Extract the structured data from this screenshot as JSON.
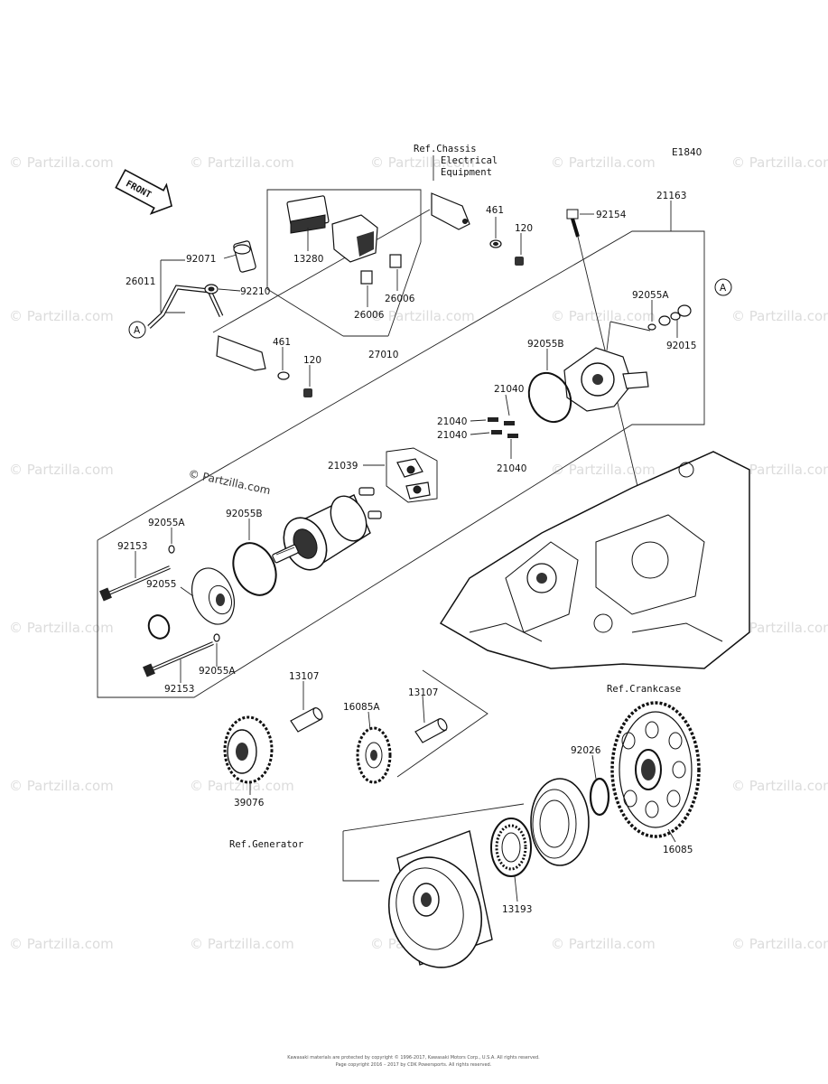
{
  "diagram_code": "E1840",
  "references": {
    "chassis_line1": "Ref.Chassis",
    "chassis_line2": "Electrical",
    "chassis_line3": "Equipment",
    "crankcase": "Ref.Crankcase",
    "generator": "Ref.Generator"
  },
  "front_arrow_label": "FRONT",
  "callout_a": "A",
  "watermark_text": "© Partzilla.com",
  "watermark_main": "© Partzilla.com",
  "parts": {
    "p92071": "92071",
    "p26011": "26011",
    "p92210": "92210",
    "p13280": "13280",
    "p26006a": "26006",
    "p26006b": "26006",
    "p27010": "27010",
    "p461a": "461",
    "p120a": "120",
    "p461b": "461",
    "p120b": "120",
    "p92154": "92154",
    "p21163": "21163",
    "p92055A_r": "92055A",
    "p92015": "92015",
    "p92055B_r": "92055B",
    "p21040_1": "21040",
    "p21040_2": "21040",
    "p21040_3": "21040",
    "p21040_4": "21040",
    "p21039": "21039",
    "p92055A_a": "92055A",
    "p92055B_l": "92055B",
    "p92153_a": "92153",
    "p92055": "92055",
    "p92055A_b": "92055A",
    "p92153_b": "92153",
    "p13107_a": "13107",
    "p16085A": "16085A",
    "p13107_b": "13107",
    "p39076": "39076",
    "p92026": "92026",
    "p16085": "16085",
    "p13193": "13193"
  },
  "copyright_line1": "Kawasaki materials are protected by copyright © 1996-2017, Kawasaki Motors Corp., U.S.A. All rights reserved.",
  "copyright_line2": "Page copyright 2016 – 2017 by CDK Powersports. All rights reserved."
}
